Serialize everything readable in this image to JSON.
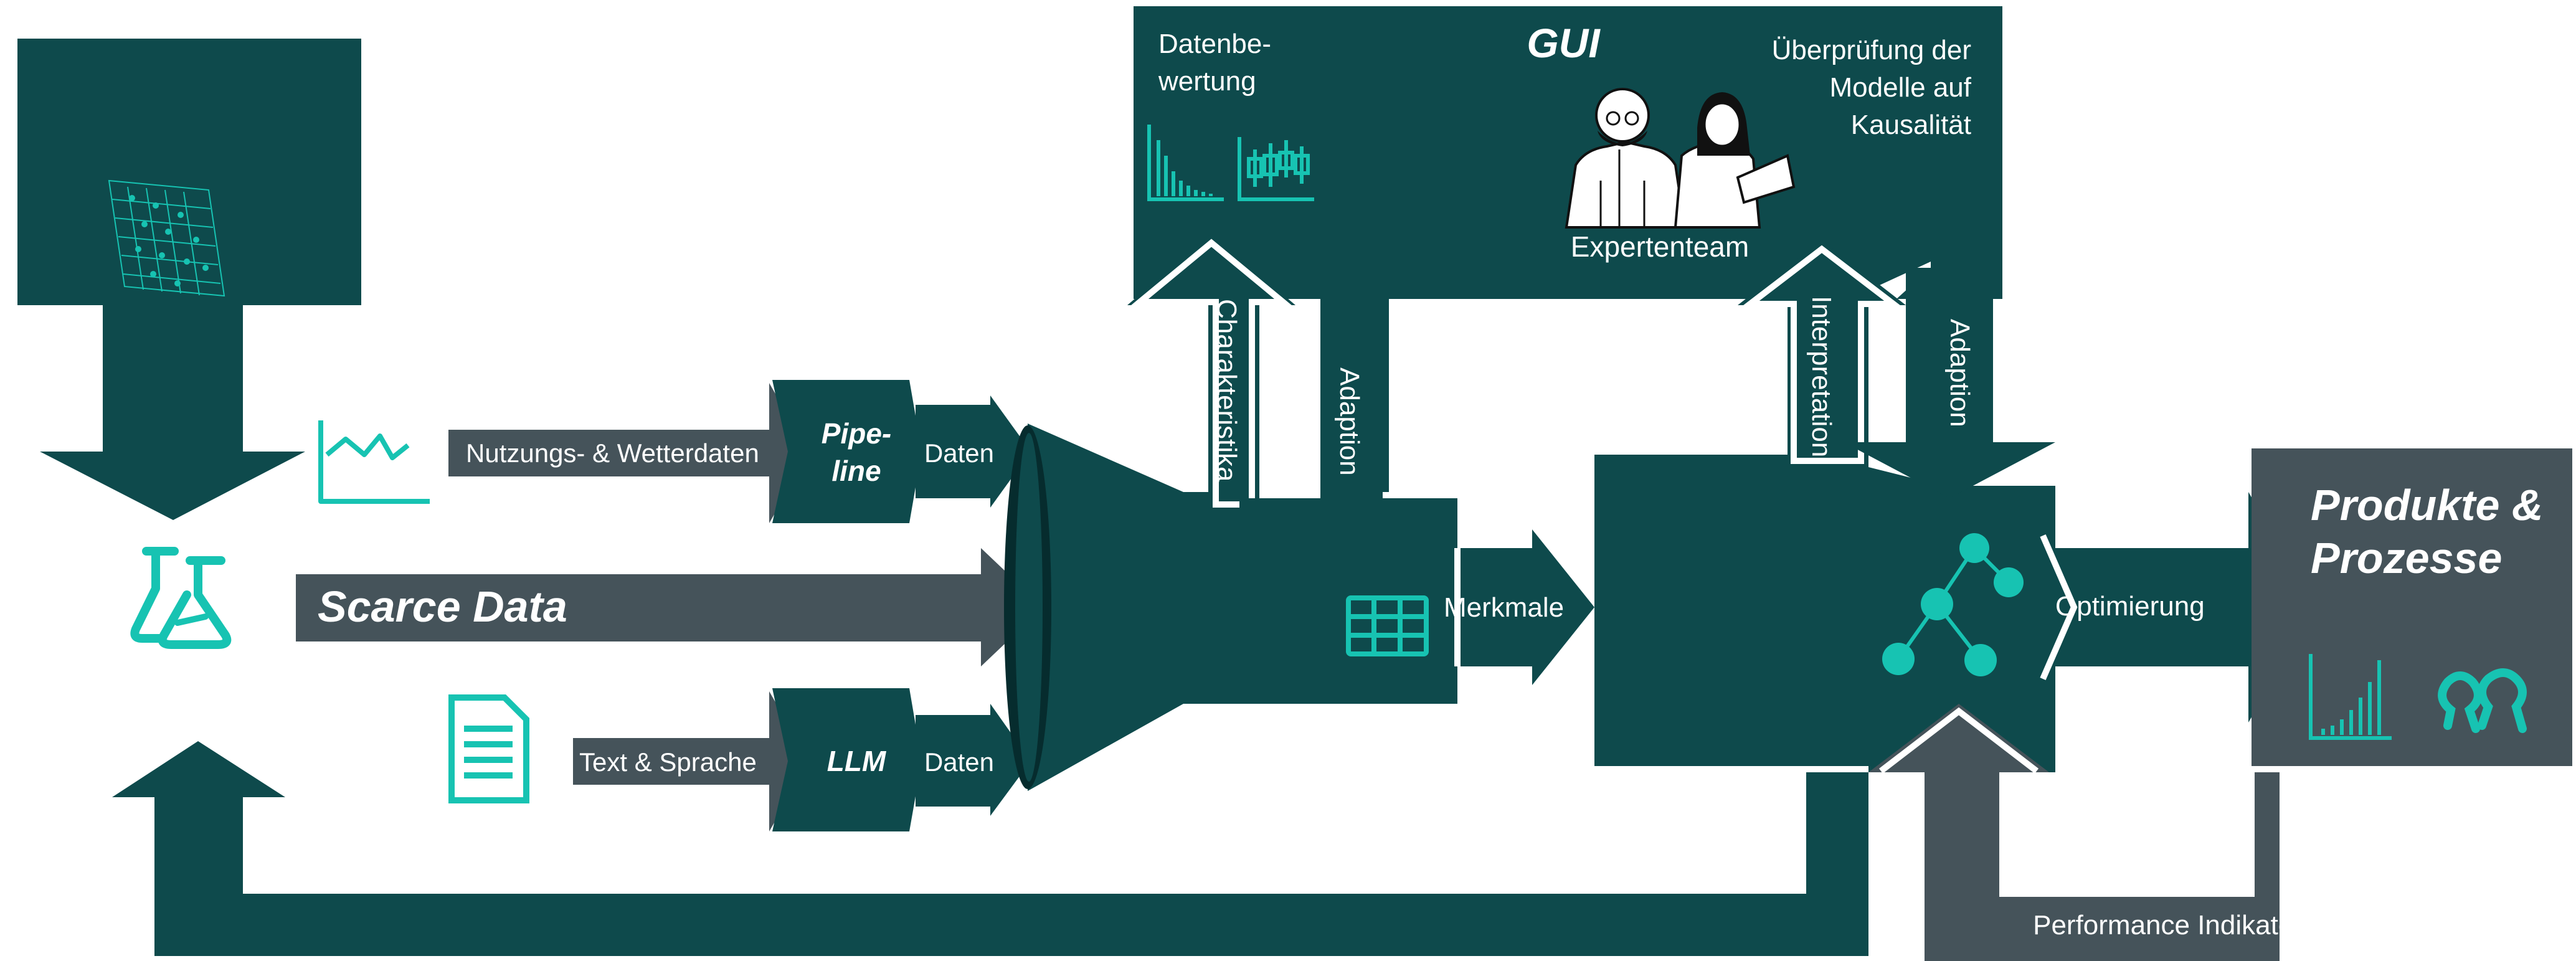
{
  "colors": {
    "teal_dark": "#0e4a4c",
    "slate": "#45535a",
    "accent": "#17c3b2",
    "background": "#ffffff",
    "text_light": "#ffffff"
  },
  "gui": {
    "title": "GUI",
    "data_assessment_line1": "Datenbe-",
    "data_assessment_line2": "wertung",
    "review_line1": "Überprüfung der",
    "review_line2": "Modelle auf",
    "review_line3": "Kausalität",
    "team_label": "Expertenteam"
  },
  "inputs": {
    "usage_weather": "Nutzungs- & Wetterdaten",
    "text_speech": "Text & Sprache",
    "scarce_data": "Scarce Data"
  },
  "processors": {
    "pipeline_line1": "Pipe-",
    "pipeline_line2": "line",
    "llm": "LLM",
    "data_label": "Daten"
  },
  "flows": {
    "characteristics": "Charakteristika",
    "adaption": "Adaption",
    "interpretation": "Interpretation",
    "features": "Merkmale",
    "optimization": "Optimierung",
    "performance": "Performance Indikatoren"
  },
  "output": {
    "line1": "Produkte &",
    "line2": "Prozesse"
  },
  "icons": [
    "dataset-grid-icon",
    "lab-flasks-icon",
    "line-chart-icon",
    "document-icon",
    "histogram-icon",
    "boxplot-icon",
    "table-icon",
    "tree-model-icon",
    "bar-chart-icon",
    "people-icon",
    "expert-team-illustration"
  ]
}
